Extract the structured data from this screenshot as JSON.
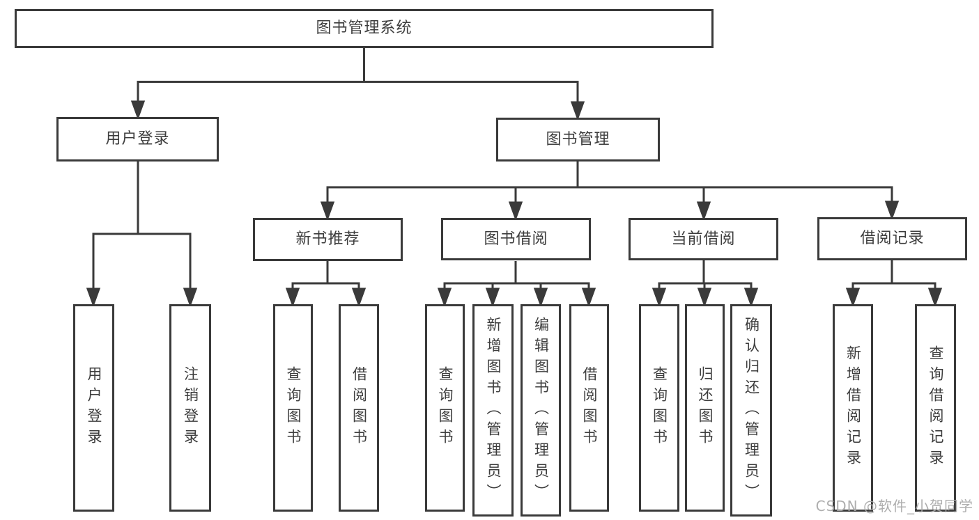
{
  "diagram": {
    "root": {
      "label": "图书管理系统"
    },
    "level2": [
      {
        "label": "用户登录"
      },
      {
        "label": "图书管理"
      }
    ],
    "level3": [
      {
        "label": "新书推荐"
      },
      {
        "label": "图书借阅"
      },
      {
        "label": "当前借阅"
      },
      {
        "label": "借阅记录"
      }
    ],
    "leaves": [
      {
        "label": "用户登录"
      },
      {
        "label": "注销登录"
      },
      {
        "label": "查询图书"
      },
      {
        "label": "借阅图书"
      },
      {
        "label": "查询图书"
      },
      {
        "label": "新增图书（管理员）"
      },
      {
        "label": "编辑图书（管理员）"
      },
      {
        "label": "借阅图书"
      },
      {
        "label": "查询图书"
      },
      {
        "label": "归还图书"
      },
      {
        "label": "确认归还（管理员）"
      },
      {
        "label": "新增借阅记录"
      },
      {
        "label": "查询借阅记录"
      }
    ],
    "watermark": "CSDN @软件_小贺同学",
    "colors": {
      "line": "#3a3a3a",
      "text": "#3d3d3d",
      "watermark": "#a8a8a8",
      "background": "#ffffff"
    }
  }
}
